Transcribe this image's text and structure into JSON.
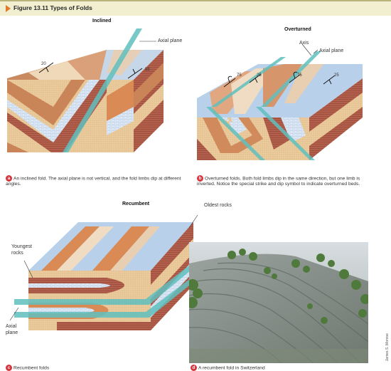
{
  "figure": {
    "title": "Figure 13.11  Types of Folds"
  },
  "panels": {
    "inclined": {
      "heading": "Inclined",
      "axial_plane_label": "Axial plane",
      "dip_values": [
        "20",
        "55"
      ],
      "badge": "a",
      "caption": "An inclined fold. The axial plane is not vertical, and the fold limbs dip at different angles."
    },
    "overturned": {
      "heading": "Overturned",
      "axis_label": "Axis",
      "axial_plane_label": "Axial plane",
      "dip_values": [
        "75",
        "25",
        "75",
        "25"
      ],
      "badge": "b",
      "caption": "Overturned folds. Both fold limbs dip in the same direction, but one limb is inverted. Notice the special strike and dip symbol to indicate overturned beds."
    },
    "recumbent": {
      "heading": "Recumbent",
      "oldest_label": "Oldest rocks",
      "youngest_label": "Youngest rocks",
      "axial_plane_label": "Axial plane",
      "badge": "c",
      "caption": "Recumbent folds"
    },
    "photo": {
      "badge": "d",
      "caption": "A recumbent fold in Switzerland",
      "credit": "James S. Monroe"
    }
  },
  "colors": {
    "header_bg": "#f1efcf",
    "badge": "#d8343c",
    "axial_plane": "#5fbfbe",
    "limestone_blue": "#bcd2ea",
    "sandstone_tan": "#e7c698",
    "shale_red": "#b6624e",
    "orange_bed": "#d98a55"
  }
}
